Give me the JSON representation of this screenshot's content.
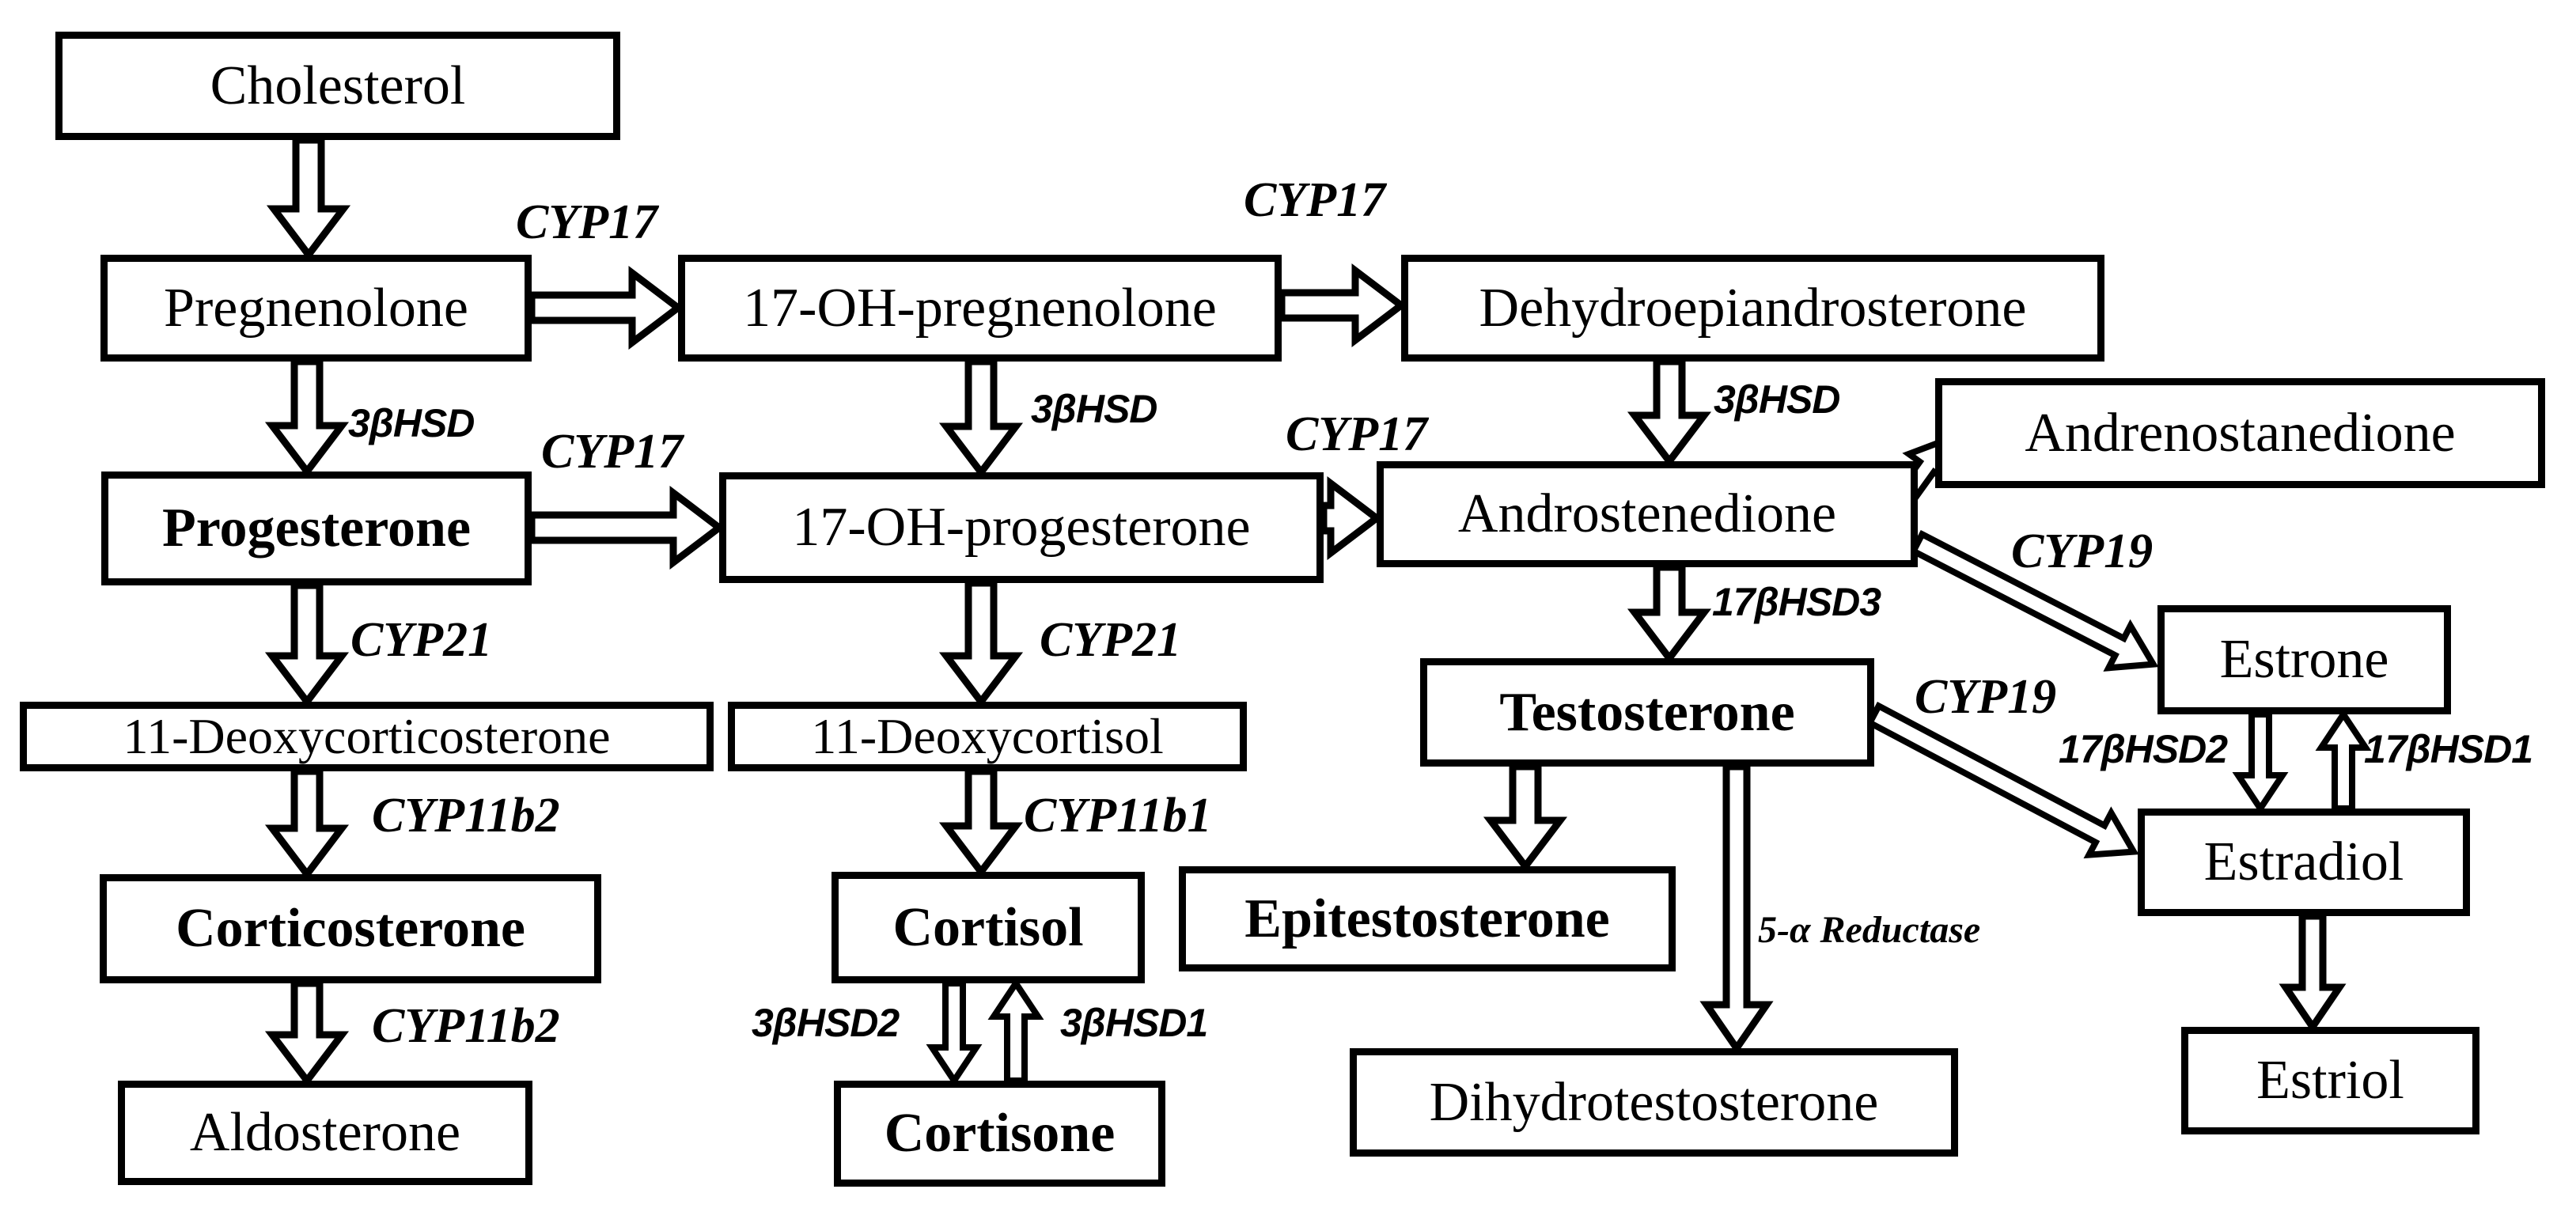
{
  "diagram": {
    "description": "Steroid hormone biosynthesis pathway",
    "ink_color": "#000000",
    "background_color": "#ffffff"
  },
  "nodes": [
    {
      "label": "Cholesterol"
    },
    {
      "label": "Pregnenolone"
    },
    {
      "label": "17-OH-pregnenolone"
    },
    {
      "label": "Dehydroepiandrosterone"
    },
    {
      "label": "Progesterone"
    },
    {
      "label": "17-OH-progesterone"
    },
    {
      "label": "Androstenedione"
    },
    {
      "label": "Andrenostanedione"
    },
    {
      "label": "11-Deoxycorticosterone"
    },
    {
      "label": "11-Deoxycortisol"
    },
    {
      "label": "Testosterone"
    },
    {
      "label": "Estrone"
    },
    {
      "label": "Corticosterone"
    },
    {
      "label": "Cortisol"
    },
    {
      "label": "Epitestosterone"
    },
    {
      "label": "Estradiol"
    },
    {
      "label": "Aldosterone"
    },
    {
      "label": "Cortisone"
    },
    {
      "label": "Dihydrotestosterone"
    },
    {
      "label": "Estriol"
    }
  ],
  "edges": [
    {
      "from": "Cholesterol",
      "to": "Pregnenolone",
      "enzyme": ""
    },
    {
      "from": "Pregnenolone",
      "to": "17-OH-pregnenolone",
      "enzyme": "CYP17"
    },
    {
      "from": "17-OH-pregnenolone",
      "to": "Dehydroepiandrosterone",
      "enzyme": "CYP17"
    },
    {
      "from": "Pregnenolone",
      "to": "Progesterone",
      "enzyme": "3βHSD"
    },
    {
      "from": "17-OH-pregnenolone",
      "to": "17-OH-progesterone",
      "enzyme": "3βHSD"
    },
    {
      "from": "Dehydroepiandrosterone",
      "to": "Androstenedione",
      "enzyme": "3βHSD"
    },
    {
      "from": "Progesterone",
      "to": "17-OH-progesterone",
      "enzyme": "CYP17"
    },
    {
      "from": "17-OH-progesterone",
      "to": "Androstenedione",
      "enzyme": "CYP17"
    },
    {
      "from": "Androstenedione",
      "to": "Andrenostanedione",
      "enzyme": ""
    },
    {
      "from": "Progesterone",
      "to": "11-Deoxycorticosterone",
      "enzyme": "CYP21"
    },
    {
      "from": "17-OH-progesterone",
      "to": "11-Deoxycortisol",
      "enzyme": "CYP21"
    },
    {
      "from": "Androstenedione",
      "to": "Testosterone",
      "enzyme": "17βHSD3"
    },
    {
      "from": "Androstenedione",
      "to": "Estrone",
      "enzyme": "CYP19"
    },
    {
      "from": "11-Deoxycorticosterone",
      "to": "Corticosterone",
      "enzyme": "CYP11b2"
    },
    {
      "from": "11-Deoxycortisol",
      "to": "Cortisol",
      "enzyme": "CYP11b1"
    },
    {
      "from": "Testosterone",
      "to": "Epitestosterone",
      "enzyme": ""
    },
    {
      "from": "Testosterone",
      "to": "Dihydrotestosterone",
      "enzyme": "5-α Reductase"
    },
    {
      "from": "Testosterone",
      "to": "Estradiol",
      "enzyme": "CYP19"
    },
    {
      "from": "Estrone",
      "to": "Estradiol",
      "enzyme": "17βHSD2"
    },
    {
      "from": "Estradiol",
      "to": "Estrone",
      "enzyme": "17βHSD1"
    },
    {
      "from": "Corticosterone",
      "to": "Aldosterone",
      "enzyme": "CYP11b2"
    },
    {
      "from": "Cortisol",
      "to": "Cortisone",
      "enzyme": "3βHSD2"
    },
    {
      "from": "Cortisone",
      "to": "Cortisol",
      "enzyme": "3βHSD1"
    },
    {
      "from": "Estradiol",
      "to": "Estriol",
      "enzyme": ""
    }
  ]
}
